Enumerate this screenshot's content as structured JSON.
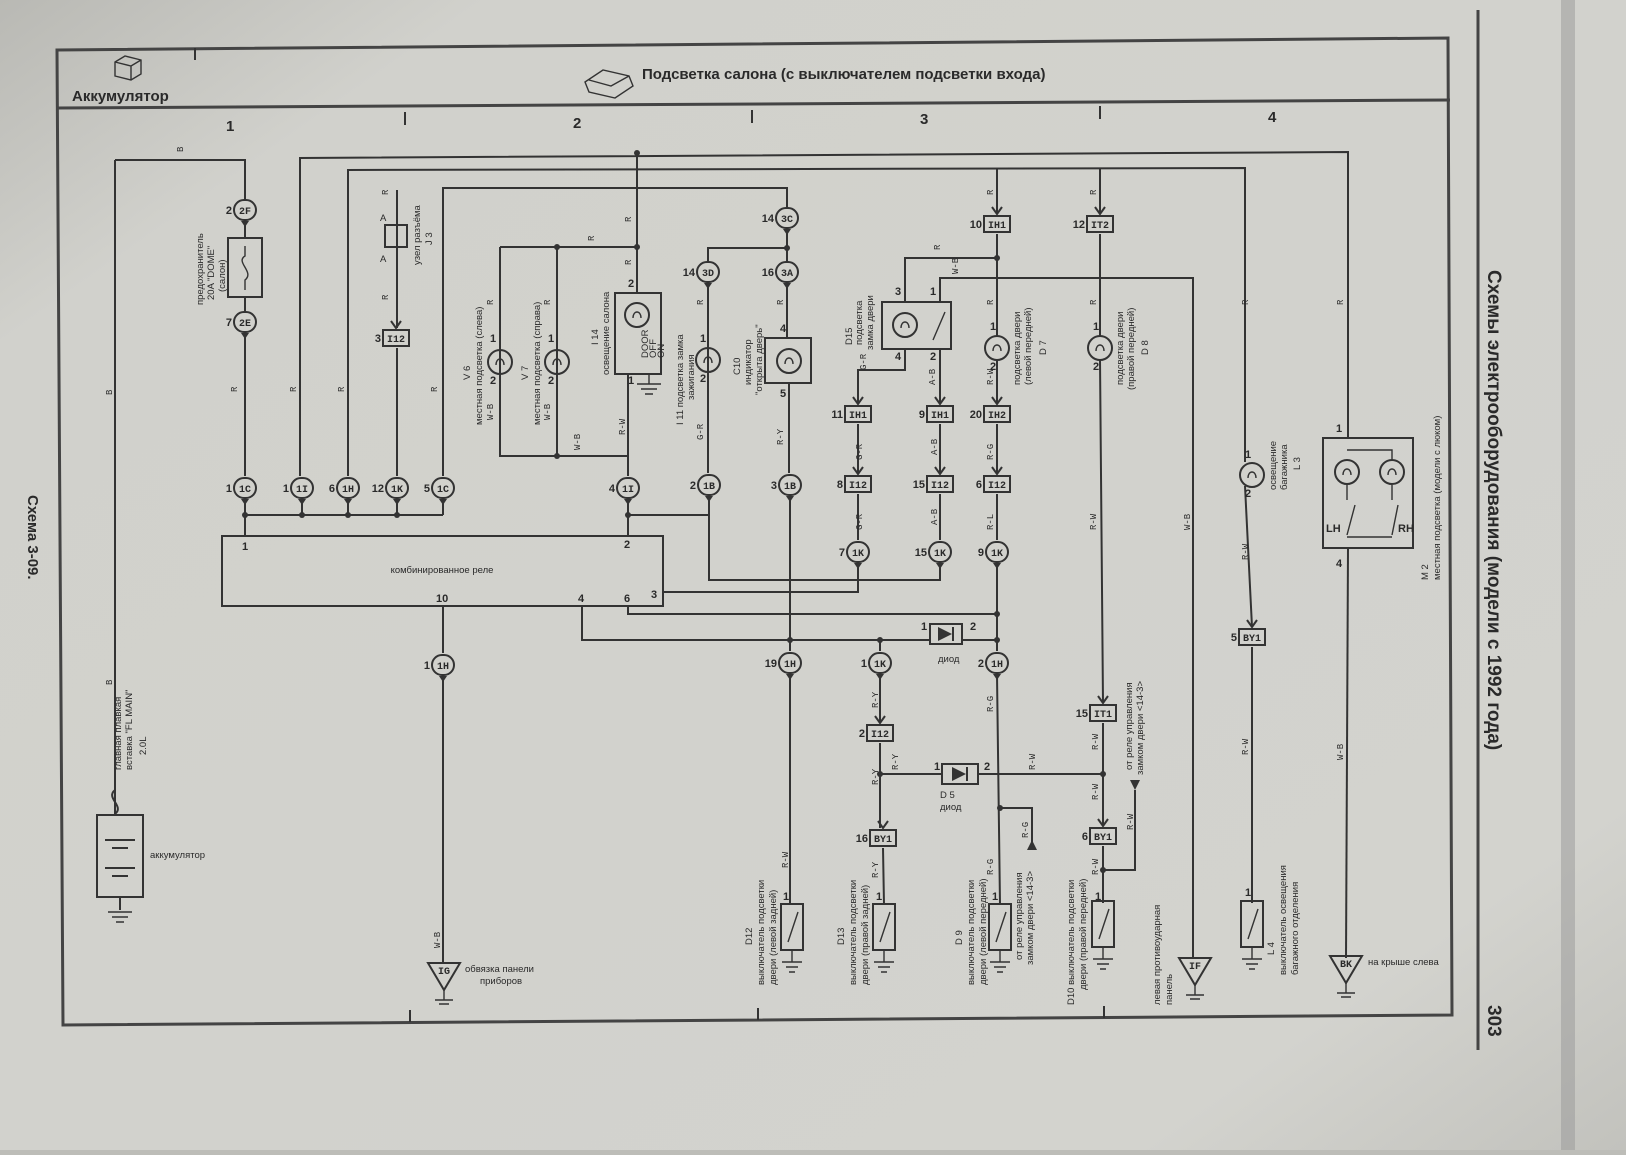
{
  "header": {
    "battery_title": "Аккумулятор",
    "title": "Подсветка салона (с выключателем подсветки входа)"
  },
  "columns": [
    "1",
    "2",
    "3",
    "4"
  ],
  "side_title": "Схемы электрооборудования (модели с 1992 года)",
  "page_number": "303",
  "scheme_label": "Схема 3-09.",
  "relay": {
    "label": "комбинированное реле",
    "pins": [
      "1",
      "2",
      "10",
      "4",
      "6",
      "3"
    ]
  },
  "connectors": [
    {
      "pin": "2",
      "id": "2F"
    },
    {
      "pin": "7",
      "id": "2E"
    },
    {
      "pin": "1",
      "id": "1C"
    },
    {
      "pin": "1",
      "id": "1I"
    },
    {
      "pin": "6",
      "id": "1H"
    },
    {
      "pin": "12",
      "id": "1K"
    },
    {
      "pin": "5",
      "id": "1C"
    },
    {
      "pin": "4",
      "id": "1I"
    },
    {
      "pin": "2",
      "id": "1B"
    },
    {
      "pin": "3",
      "id": "1B"
    },
    {
      "pin": "14",
      "id": "3C"
    },
    {
      "pin": "14",
      "id": "3D"
    },
    {
      "pin": "16",
      "id": "3A"
    },
    {
      "pin": "7",
      "id": "1K"
    },
    {
      "pin": "15",
      "id": "1K"
    },
    {
      "pin": "9",
      "id": "1K"
    },
    {
      "pin": "1",
      "id": "1H"
    },
    {
      "pin": "19",
      "id": "1H"
    },
    {
      "pin": "1",
      "id": "1K"
    },
    {
      "pin": "2",
      "id": "1H"
    }
  ],
  "junctions": [
    {
      "pin": "3",
      "id": "I12"
    },
    {
      "pin": "10",
      "id": "IH1"
    },
    {
      "pin": "12",
      "id": "IT2"
    },
    {
      "pin": "11",
      "id": "IH1"
    },
    {
      "pin": "9",
      "id": "IH1"
    },
    {
      "pin": "20",
      "id": "IH2"
    },
    {
      "pin": "8",
      "id": "I12"
    },
    {
      "pin": "15",
      "id": "I12"
    },
    {
      "pin": "6",
      "id": "I12"
    },
    {
      "pin": "2",
      "id": "I12"
    },
    {
      "pin": "16",
      "id": "BY1"
    },
    {
      "pin": "15",
      "id": "IT1"
    },
    {
      "pin": "6",
      "id": "BY1"
    },
    {
      "pin": "5",
      "id": "BY1"
    }
  ],
  "grounds": [
    {
      "id": "IG",
      "label": [
        "обвязка панели",
        "приборов"
      ]
    },
    {
      "id": "IF",
      "label": [
        "левая противоударная",
        "панель"
      ]
    },
    {
      "id": "BK",
      "label": [
        "на крыше слева"
      ]
    }
  ],
  "components": {
    "battery": [
      "аккумулятор"
    ],
    "fusible_link": [
      "главная плавкая",
      "вставка \"FL MAIN\"",
      "2.0L"
    ],
    "fuse": [
      "предохранитель",
      "20A \"DOME\"",
      "(салон)"
    ],
    "j3": [
      "узел разъёма",
      "J 3"
    ],
    "j3_pins": [
      "A",
      "A"
    ],
    "v6": [
      "V 6",
      "местная подсветка (слева)"
    ],
    "v7": [
      "V 7",
      "местная подсветка (справа)"
    ],
    "i14": [
      "I 14",
      "освещение салона"
    ],
    "i14_switch": [
      "DOOR",
      "OFF",
      "ON"
    ],
    "i11": [
      "I 11 подсветка замка",
      "зажигания"
    ],
    "c10": [
      "C10",
      "индикатор",
      "\"открыта дверь\""
    ],
    "d15": [
      "D15",
      "подсветка",
      "замка двери"
    ],
    "d7": [
      "подсветка двери",
      "(левой передней)",
      "D 7"
    ],
    "d8": [
      "подсветка двери",
      "(правой передней)",
      "D 8"
    ],
    "l3": [
      "освещение",
      "багажника",
      "L 3"
    ],
    "m2": [
      "M 2",
      "местная подсветка (модели с люком)"
    ],
    "m2_switches": [
      "LH",
      "RH"
    ],
    "diode": [
      "диод"
    ],
    "d5": [
      "D 5",
      "диод"
    ],
    "relay_ref_1": [
      "от реле управления",
      "замком двери <14-3>"
    ],
    "relay_ref_2": [
      "от реле управления",
      "замком двери <14-3>"
    ],
    "d12": [
      "D12",
      "выключатель подсветки",
      "двери (левой задней)"
    ],
    "d13": [
      "D13",
      "выключатель подсветки",
      "двери (правой задней)"
    ],
    "d9": [
      "D 9",
      "выключатель подсветки",
      "двери (левой передней)"
    ],
    "d10": [
      "D10 выключатель подсветки",
      "двери (правой передней)"
    ],
    "l4": [
      "L 4",
      "выключатель освещения",
      "багажного отделения"
    ]
  },
  "pin_numbers": [
    "1",
    "2",
    "1",
    "2",
    "2",
    "1",
    "1",
    "2",
    "4",
    "5",
    "3",
    "1",
    "4",
    "2",
    "1",
    "2",
    "1",
    "2",
    "1",
    "2",
    "1",
    "4",
    "1",
    "1",
    "1",
    "1",
    "1",
    "1",
    "2",
    "1",
    "2"
  ],
  "wire_labels": [
    "B",
    "B",
    "B",
    "R",
    "R",
    "R",
    "R",
    "R",
    "R",
    "R",
    "R",
    "W-B",
    "W-B",
    "W-B",
    "R",
    "R",
    "R",
    "R-W",
    "R",
    "G-R",
    "R",
    "R-Y",
    "R",
    "W-B",
    "G-R",
    "A-B",
    "R-W",
    "R",
    "R",
    "R",
    "R",
    "G-R",
    "G-R",
    "A-B",
    "A-B",
    "R-G",
    "R-L",
    "R-W",
    "W-B",
    "R",
    "R",
    "R-W",
    "R-W",
    "W-B",
    "R-W",
    "R-Y",
    "R-Y",
    "R-Y",
    "R-W",
    "R-G",
    "R-G",
    "R-G",
    "R-W",
    "R-W",
    "R-W",
    "R-W",
    "R-Y",
    "W-B"
  ]
}
